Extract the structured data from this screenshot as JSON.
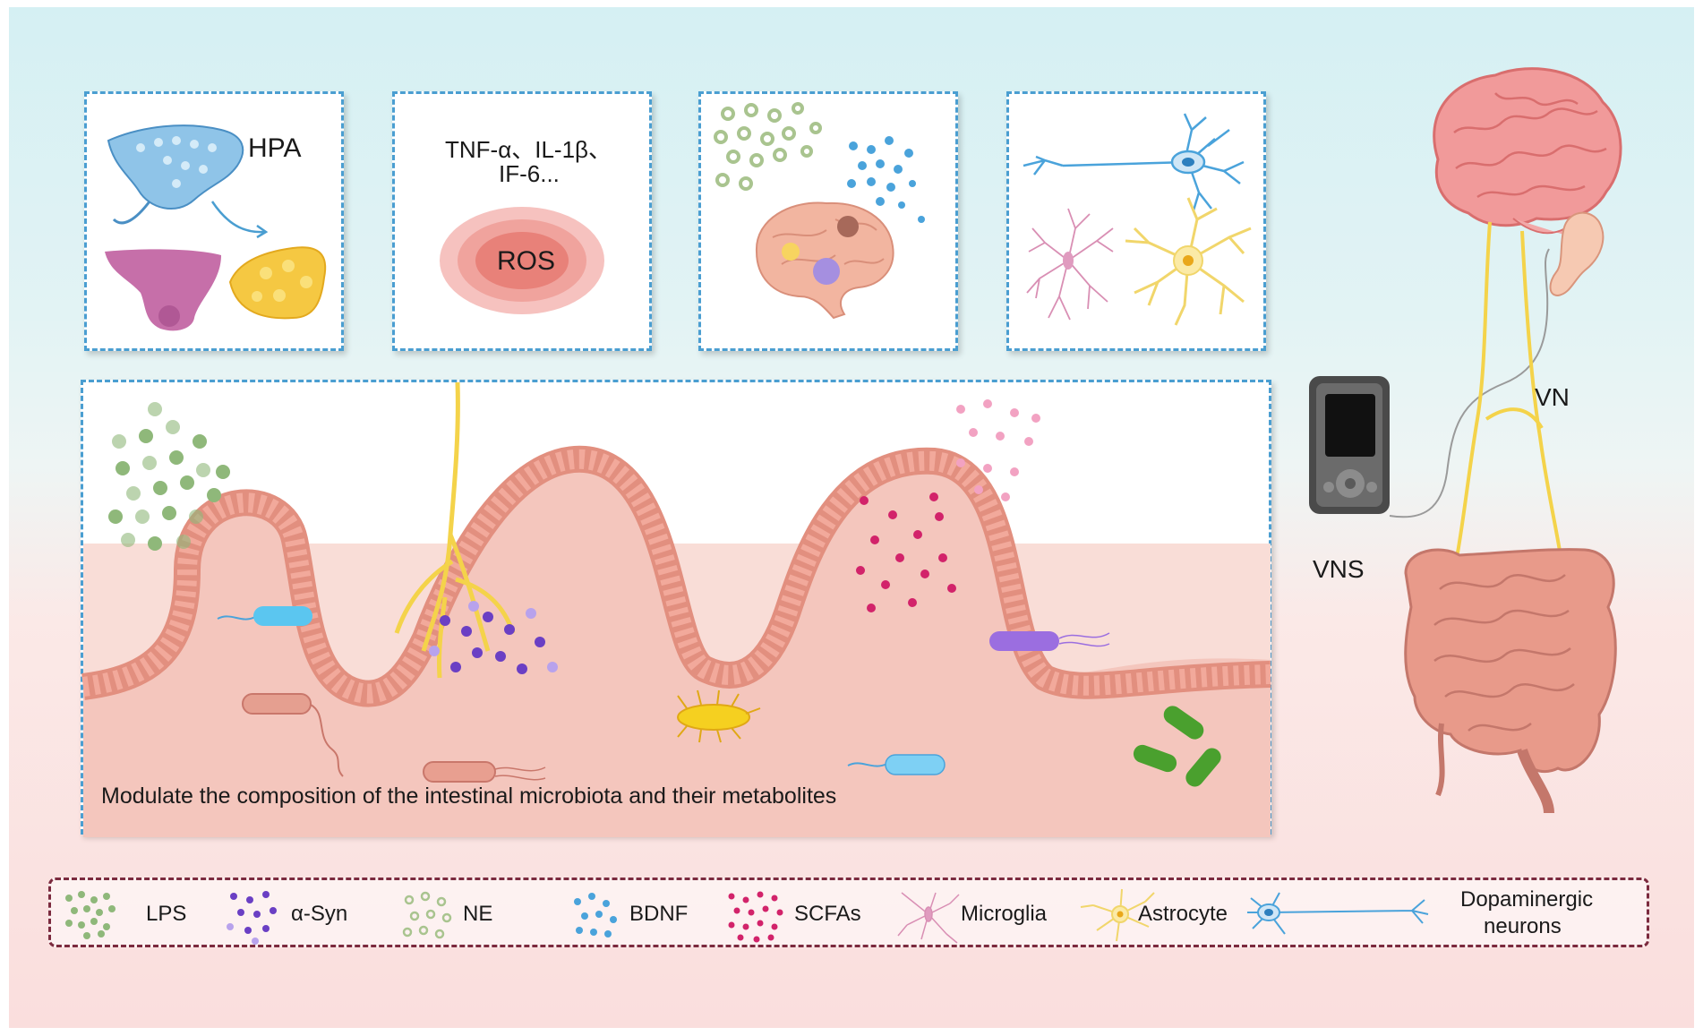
{
  "panels": {
    "hpa": "HPA",
    "cytokines_line1": "TNF-α、IL-1β、",
    "cytokines_line2": "IF-6...",
    "ros": "ROS"
  },
  "gut": {
    "caption": "Modulate the composition of the intestinal microbiota and their metabolites"
  },
  "device": {
    "vns_label": "VNS",
    "vn_label": "VN"
  },
  "legend": {
    "items": [
      {
        "label": "LPS",
        "color": "#8fb87a"
      },
      {
        "label": "α-Syn",
        "color": "#6a3fc4"
      },
      {
        "label": "NE",
        "color": "#a9c48f"
      },
      {
        "label": "BDNF",
        "color": "#4aa3db"
      },
      {
        "label": "SCFAs",
        "color": "#d2236a"
      },
      {
        "label": "Microglia",
        "color": "#d98fb4"
      },
      {
        "label": "Astrocyte",
        "color": "#f1d66b"
      }
    ],
    "dopaminergic_line1": "Dopaminergic",
    "dopaminergic_line2": "neurons"
  }
}
